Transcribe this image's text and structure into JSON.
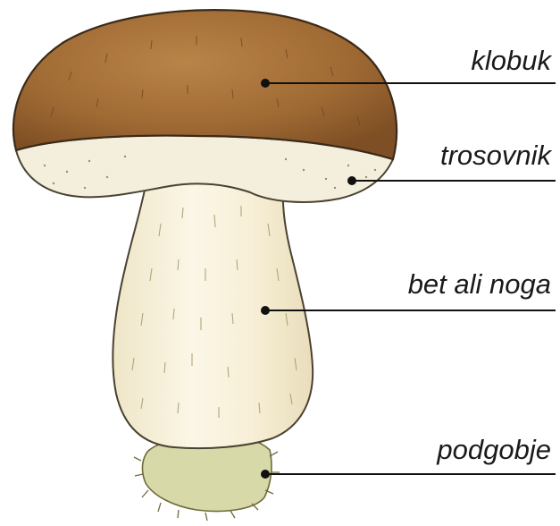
{
  "diagram": {
    "labels": {
      "cap": "klobuk",
      "tubes": "trosovnik",
      "stem": "bet ali noga",
      "base": "podgobje"
    }
  }
}
